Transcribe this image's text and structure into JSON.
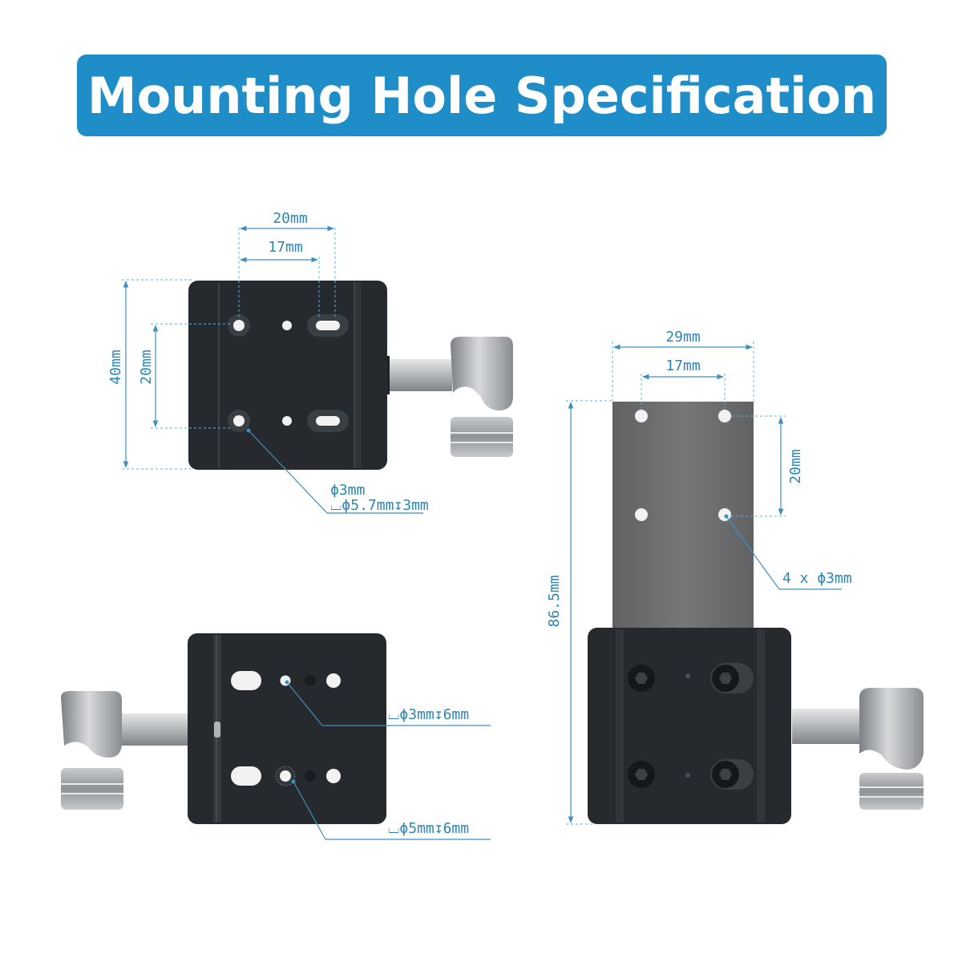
{
  "title": "Mounting Hole Specification",
  "view_top_left": {
    "dim_width_outer": "20mm",
    "dim_width_inner": "17mm",
    "dim_height_outer": "40mm",
    "dim_height_inner": "20mm",
    "callout_through": "ϕ3mm",
    "callout_counterbore": "⌴ϕ5.7mm↧3mm"
  },
  "view_bottom_left": {
    "callout_hole_small": "⌴ϕ3mm↧6mm",
    "callout_hole_large": "⌴ϕ5mm↧6mm"
  },
  "view_right": {
    "dim_width_outer": "29mm",
    "dim_width_inner": "17mm",
    "dim_hole_spacing": "20mm",
    "dim_total_height": "86.5mm",
    "callout_holes": "4 x ϕ3mm"
  },
  "colors": {
    "banner": "#1f8dc8",
    "dimension": "#2c86b5",
    "block": "#262a2e",
    "plate": "#6d6f71",
    "knob": "#a4a7aa"
  }
}
